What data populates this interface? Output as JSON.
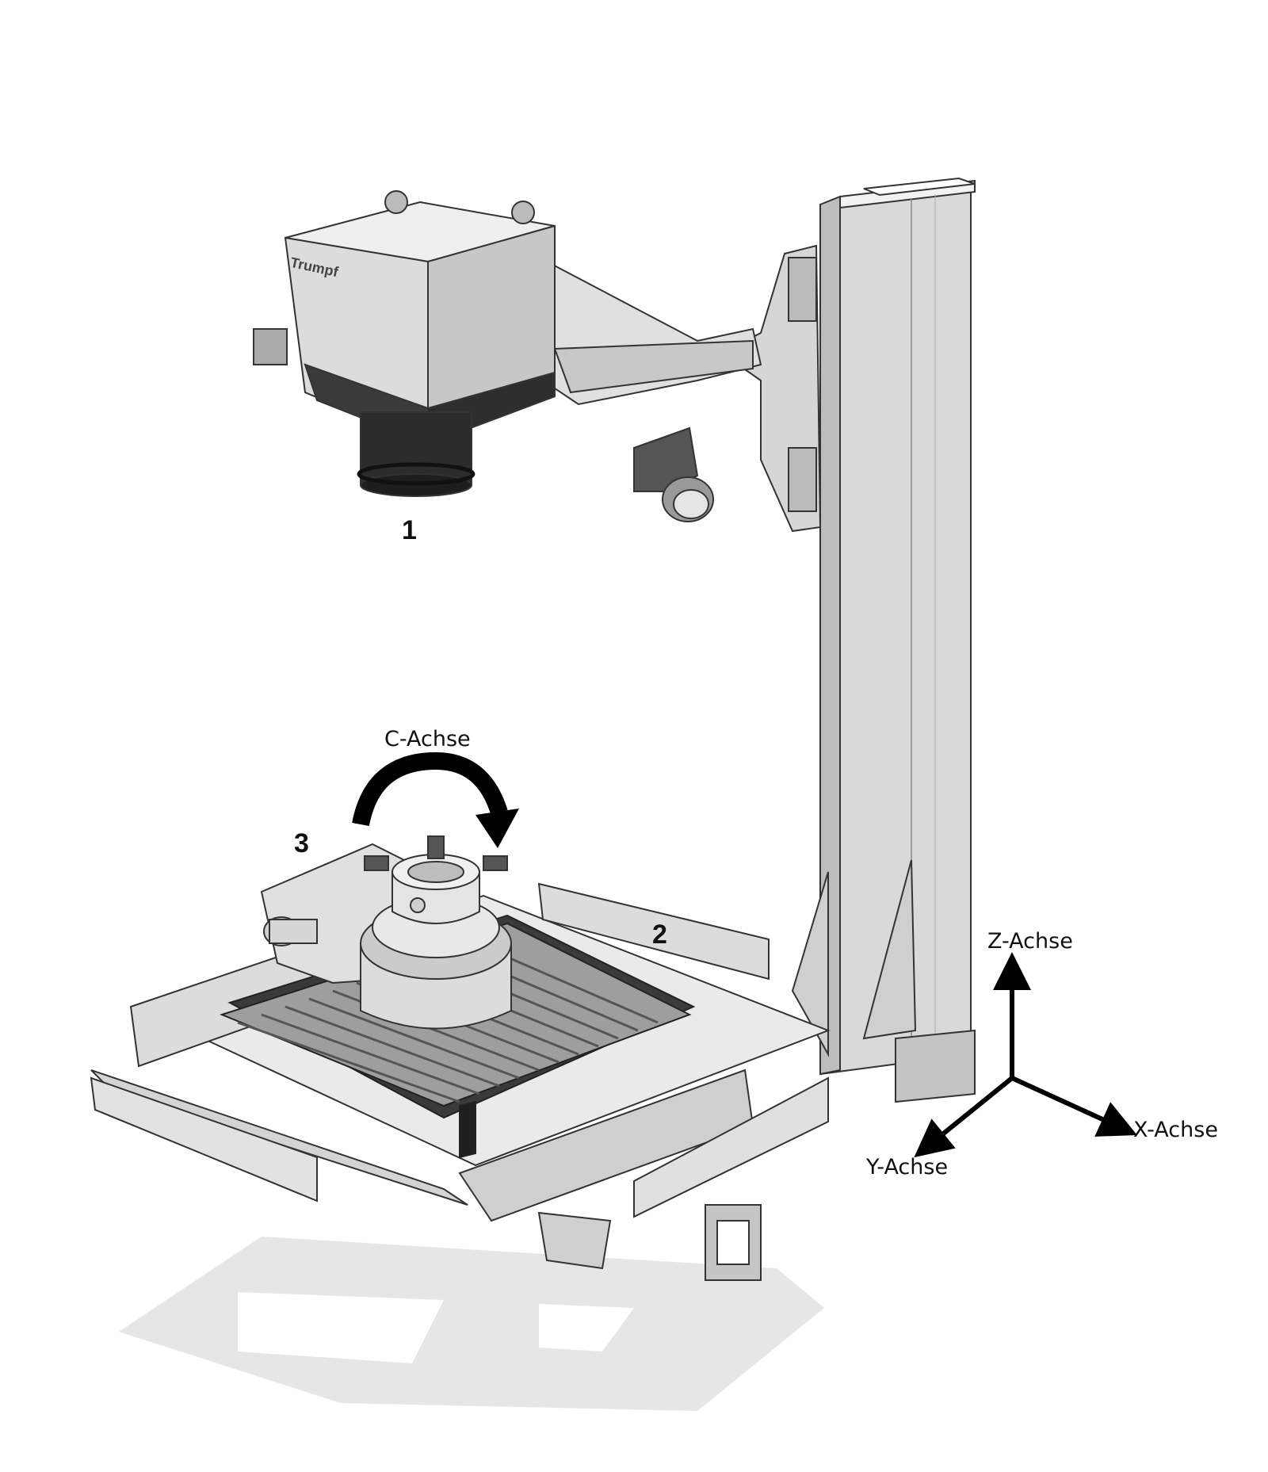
{
  "machine": {
    "brand": "Trumpf"
  },
  "callouts": {
    "laser_head": "1",
    "table": "2",
    "rotary_unit": "3"
  },
  "axes": {
    "c": "C-Achse",
    "z": "Z-Achse",
    "x": "X-Achse",
    "y": "Y-Achse"
  },
  "colors": {
    "metal_light": "#e6e6e6",
    "metal_mid": "#c9c9c9",
    "metal_dark": "#9a9a9a",
    "black_part": "#2b2b2b",
    "shadow": "#dedede"
  }
}
